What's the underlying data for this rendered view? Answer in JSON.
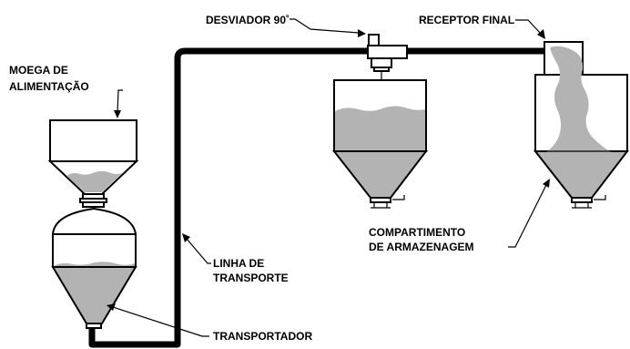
{
  "labels": {
    "hopper_line1": "MOEGA DE",
    "hopper_line2": "ALIMENTAÇÃO",
    "diverter": "DESVIADOR 90˚",
    "receiver": "RECEPTOR FINAL",
    "line_line1": "LINHA DE",
    "line_line2": "TRANSPORTE",
    "conveyor": "TRANSPORTADOR",
    "storage_line1": "COMPARTIMENTO",
    "storage_line2": "DE ARMAZENAGEM"
  },
  "colors": {
    "material": "#b3b3b3",
    "outline": "#000000",
    "background": "#ffffff"
  }
}
